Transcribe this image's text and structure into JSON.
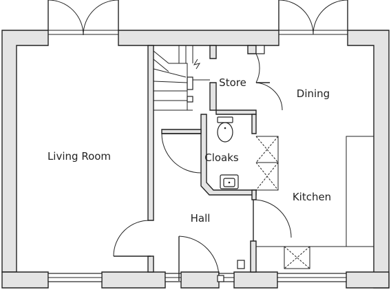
{
  "rooms": {
    "living_room": "Living Room",
    "store": "Store",
    "dining": "Dining",
    "cloaks": "Cloaks",
    "kitchen": "Kitchen",
    "hall": "Hall"
  },
  "colors": {
    "wall_fill": "#e4e4e4",
    "line": "#222222",
    "background": "#ffffff"
  }
}
